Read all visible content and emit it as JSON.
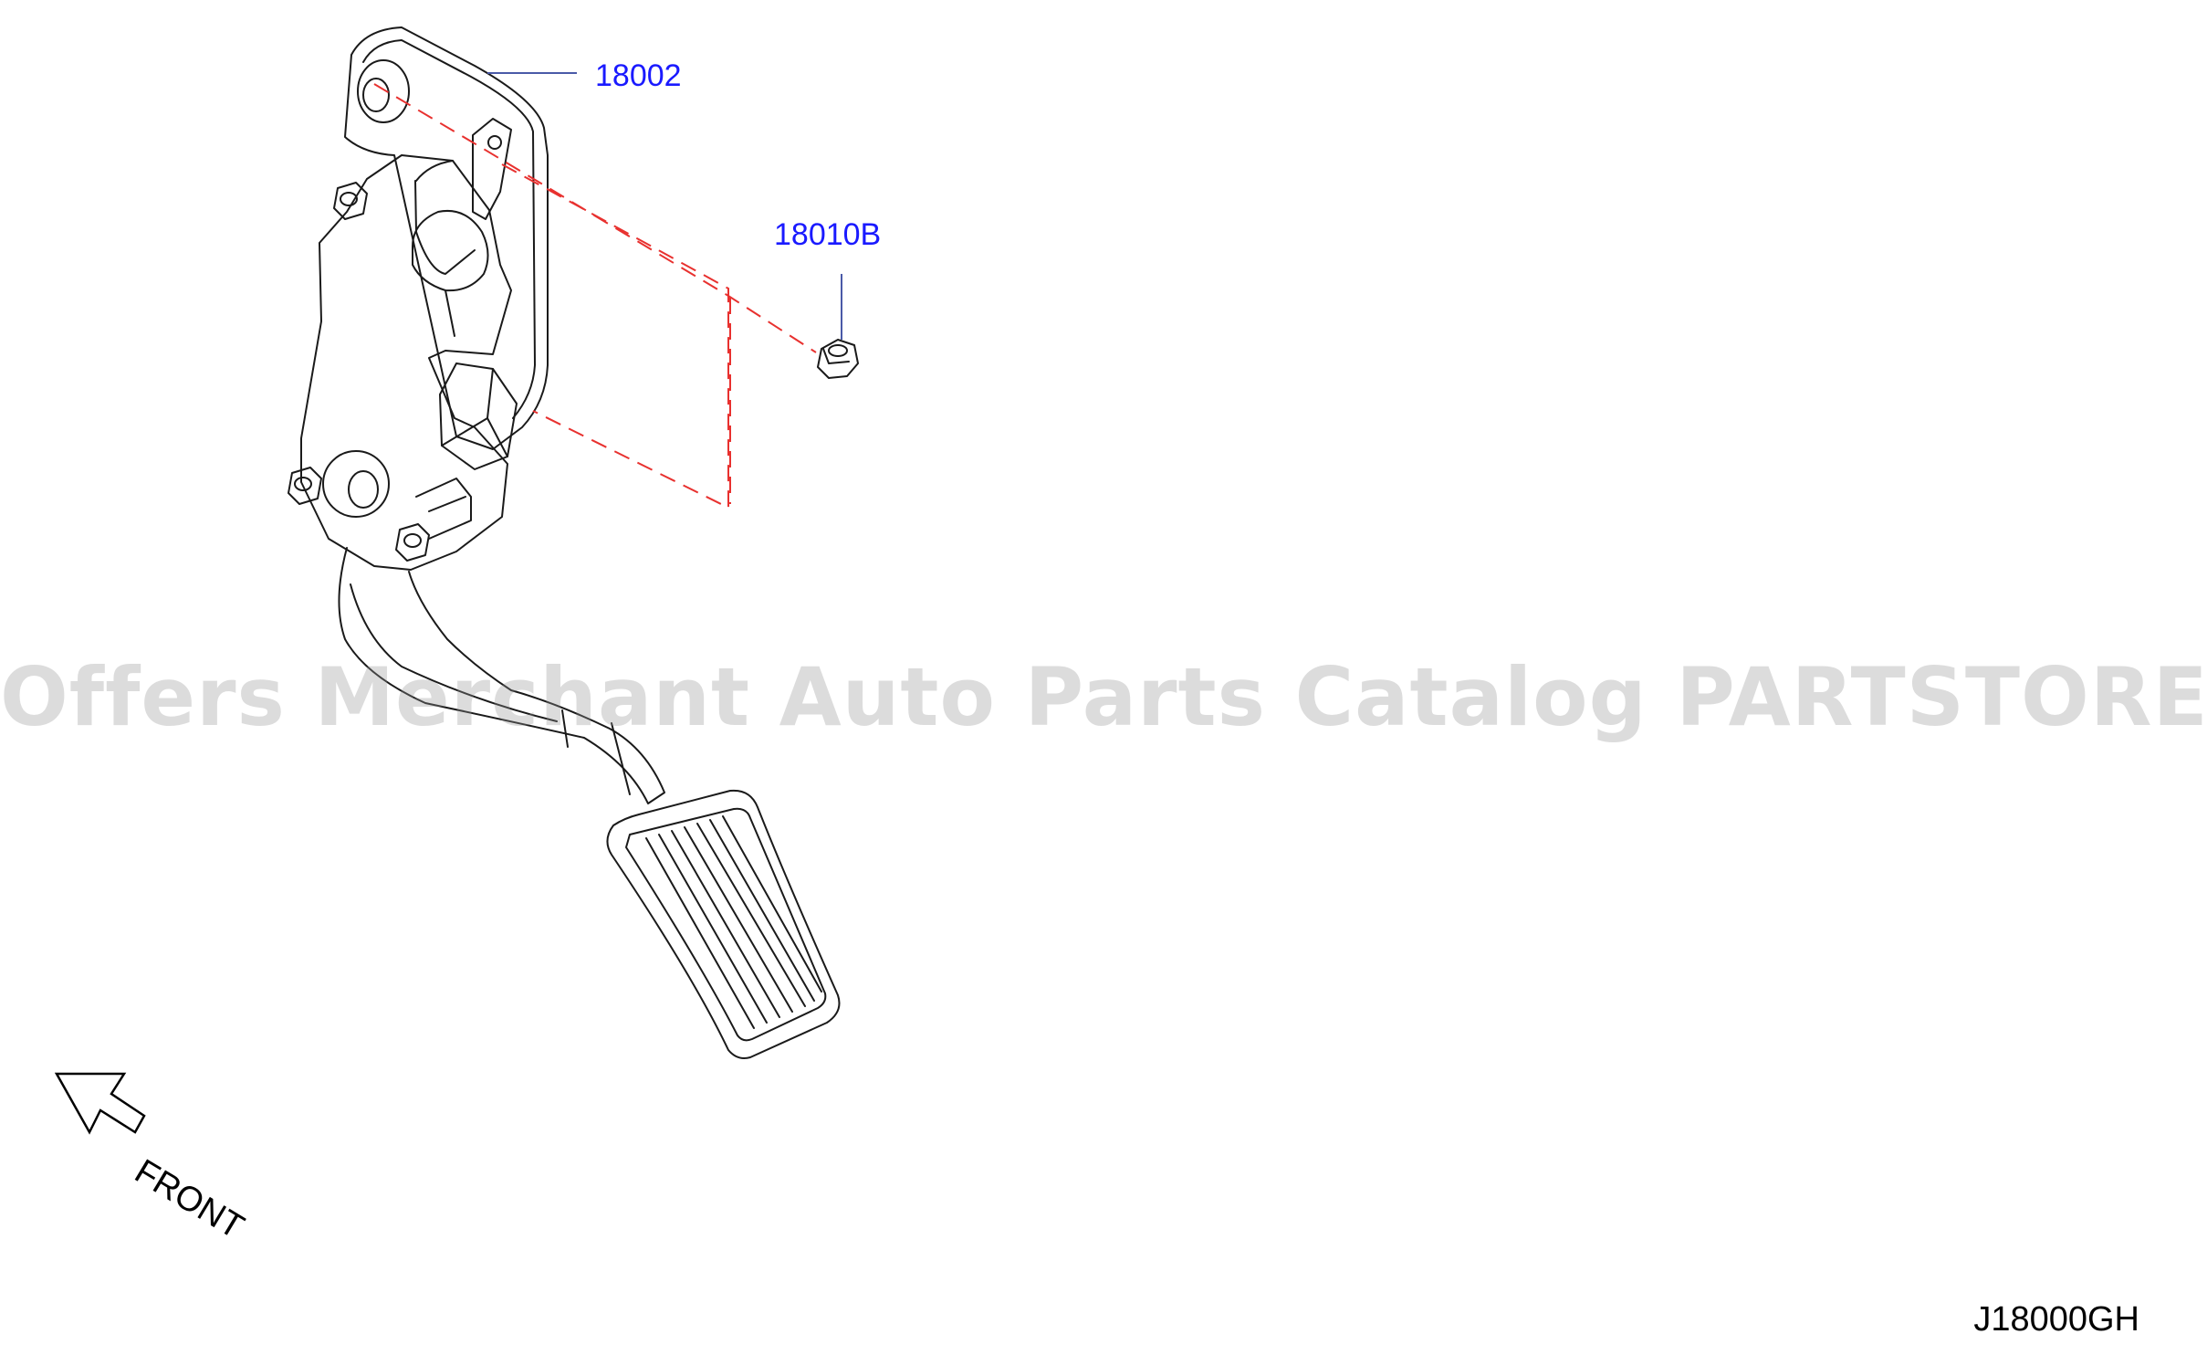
{
  "parts": {
    "pedal_bracket_label": "18002",
    "nut_label": "18010B"
  },
  "diagram": {
    "code": "J18000GH",
    "front_direction_label": "FRONT"
  },
  "watermark": {
    "text": "Offers Merchant Auto Parts Catalog PARTSTORE.SA"
  },
  "colors": {
    "leader_line": "#4a5aa8",
    "callout_text": "#1a1aff",
    "dashed_line": "#e8312f",
    "drawing_stroke": "#1a1a1a"
  }
}
